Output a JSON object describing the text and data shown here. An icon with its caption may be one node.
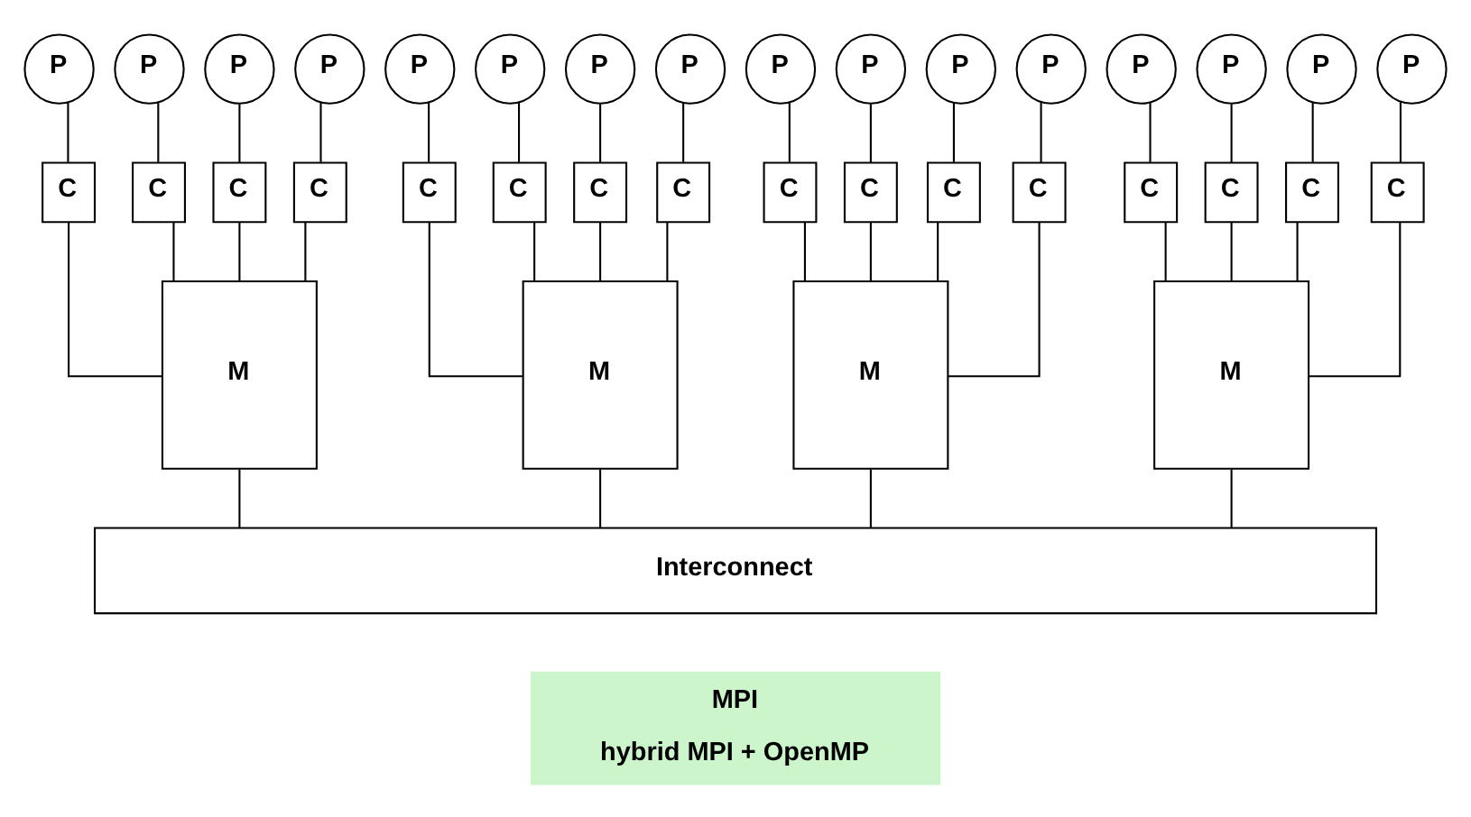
{
  "diagram": {
    "nodes": [
      {
        "text": [
          "P"
        ]
      },
      {
        "text": [
          "P"
        ]
      },
      {
        "text": [
          "P"
        ]
      },
      {
        "text": [
          "P"
        ]
      },
      {
        "text": [
          "P"
        ]
      },
      {
        "text": [
          "P"
        ]
      },
      {
        "text": [
          "P"
        ]
      },
      {
        "text": [
          "P"
        ]
      },
      {
        "text": [
          "P"
        ]
      },
      {
        "text": [
          "P"
        ]
      },
      {
        "text": [
          "P"
        ]
      },
      {
        "text": [
          "P"
        ]
      },
      {
        "text": [
          "P"
        ]
      },
      {
        "text": [
          "P"
        ]
      },
      {
        "text": [
          "P"
        ]
      },
      {
        "text": [
          "P"
        ]
      },
      {
        "text": [
          "C"
        ]
      },
      {
        "text": [
          "C"
        ]
      },
      {
        "text": [
          "C"
        ]
      },
      {
        "text": [
          "C"
        ]
      },
      {
        "text": [
          "C"
        ]
      },
      {
        "text": [
          "C"
        ]
      },
      {
        "text": [
          "C"
        ]
      },
      {
        "text": [
          "C"
        ]
      },
      {
        "text": [
          "C"
        ]
      },
      {
        "text": [
          "C"
        ]
      },
      {
        "text": [
          "C"
        ]
      },
      {
        "text": [
          "C"
        ]
      },
      {
        "text": [
          "C"
        ]
      },
      {
        "text": [
          "C"
        ]
      },
      {
        "text": [
          "C"
        ]
      },
      {
        "text": [
          "C"
        ]
      },
      {
        "text": [
          "M"
        ]
      },
      {
        "text": [
          "M"
        ]
      },
      {
        "text": [
          "M"
        ]
      },
      {
        "text": [
          "M"
        ]
      },
      {
        "text": [
          "Interconnect"
        ]
      },
      {
        "text": [
          "MPI",
          "hybrid MPI + OpenMP"
        ]
      }
    ],
    "edges": [
      {
        "from": 0,
        "to": 16,
        "arrow": "none"
      },
      {
        "from": 1,
        "to": 17,
        "arrow": "none"
      },
      {
        "from": 2,
        "to": 18,
        "arrow": "none"
      },
      {
        "from": 3,
        "to": 19,
        "arrow": "none"
      },
      {
        "from": 4,
        "to": 20,
        "arrow": "none"
      },
      {
        "from": 5,
        "to": 21,
        "arrow": "none"
      },
      {
        "from": 6,
        "to": 22,
        "arrow": "none"
      },
      {
        "from": 7,
        "to": 23,
        "arrow": "none"
      },
      {
        "from": 8,
        "to": 24,
        "arrow": "none"
      },
      {
        "from": 9,
        "to": 25,
        "arrow": "none"
      },
      {
        "from": 10,
        "to": 26,
        "arrow": "none"
      },
      {
        "from": 11,
        "to": 27,
        "arrow": "none"
      },
      {
        "from": 12,
        "to": 28,
        "arrow": "none"
      },
      {
        "from": 13,
        "to": 29,
        "arrow": "none"
      },
      {
        "from": 14,
        "to": 30,
        "arrow": "none"
      },
      {
        "from": 15,
        "to": 31,
        "arrow": "none"
      },
      {
        "from": 16,
        "to": 32,
        "arrow": "none"
      },
      {
        "from": 17,
        "to": 32,
        "arrow": "none"
      },
      {
        "from": 18,
        "to": 32,
        "arrow": "none"
      },
      {
        "from": 19,
        "to": 32,
        "arrow": "none"
      },
      {
        "from": 20,
        "to": 33,
        "arrow": "none"
      },
      {
        "from": 21,
        "to": 33,
        "arrow": "none"
      },
      {
        "from": 22,
        "to": 33,
        "arrow": "none"
      },
      {
        "from": 23,
        "to": 33,
        "arrow": "none"
      },
      {
        "from": 24,
        "to": 34,
        "arrow": "none"
      },
      {
        "from": 25,
        "to": 34,
        "arrow": "none"
      },
      {
        "from": 26,
        "to": 34,
        "arrow": "none"
      },
      {
        "from": 27,
        "to": 34,
        "arrow": "none"
      },
      {
        "from": 28,
        "to": 35,
        "arrow": "none"
      },
      {
        "from": 29,
        "to": 35,
        "arrow": "none"
      },
      {
        "from": 30,
        "to": 35,
        "arrow": "none"
      },
      {
        "from": 31,
        "to": 35,
        "arrow": "none"
      },
      {
        "from": 32,
        "to": 36,
        "arrow": "none"
      },
      {
        "from": 33,
        "to": 36,
        "arrow": "none"
      },
      {
        "from": 34,
        "to": 36,
        "arrow": "none"
      },
      {
        "from": 35,
        "to": 36,
        "arrow": "none"
      }
    ]
  }
}
